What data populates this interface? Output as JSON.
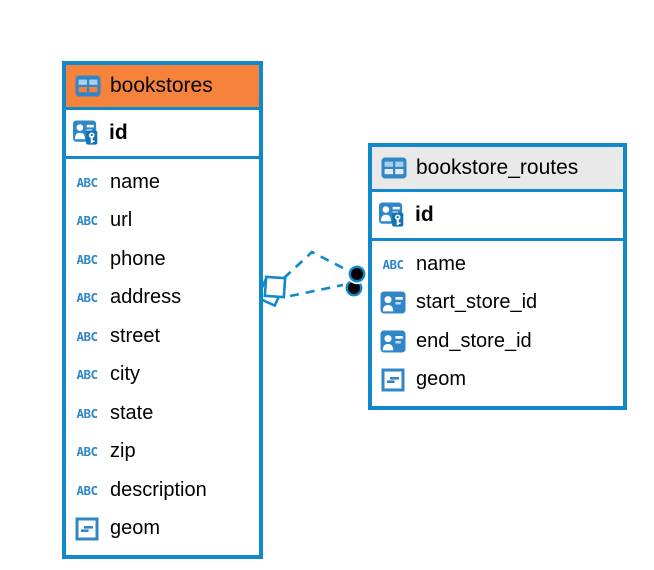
{
  "diagram": {
    "colors": {
      "border_blue": "#0F89CC",
      "icon_blue": "#2F87C8",
      "icon_cell_light": "#A9CFEA",
      "key_badge_blue": "#1173B4",
      "bookstores_header_bg": "#F6823C",
      "routes_header_bg": "#E9E9E9",
      "relationship_line": "#0F89CC",
      "text": "#000000"
    },
    "icons": {
      "text_type_label": "ABC",
      "table_icon": "table-grid-icon",
      "pk_icon": "person-key-icon",
      "reference_icon": "person-card-icon",
      "geometry_icon": "geometry-box-icon"
    },
    "tables": [
      {
        "name": "bookstores",
        "header_bg": "#F6823C",
        "pk": {
          "name": "id"
        },
        "columns": [
          {
            "name": "name",
            "type": "text"
          },
          {
            "name": "url",
            "type": "text"
          },
          {
            "name": "phone",
            "type": "text"
          },
          {
            "name": "address",
            "type": "text"
          },
          {
            "name": "street",
            "type": "text"
          },
          {
            "name": "city",
            "type": "text"
          },
          {
            "name": "state",
            "type": "text"
          },
          {
            "name": "zip",
            "type": "text"
          },
          {
            "name": "description",
            "type": "text"
          },
          {
            "name": "geom",
            "type": "geometry"
          }
        ]
      },
      {
        "name": "bookstore_routes",
        "header_bg": "#E9E9E9",
        "pk": {
          "name": "id"
        },
        "columns": [
          {
            "name": "name",
            "type": "text"
          },
          {
            "name": "start_store_id",
            "type": "reference"
          },
          {
            "name": "end_store_id",
            "type": "reference"
          },
          {
            "name": "geom",
            "type": "geometry"
          }
        ]
      }
    ]
  }
}
